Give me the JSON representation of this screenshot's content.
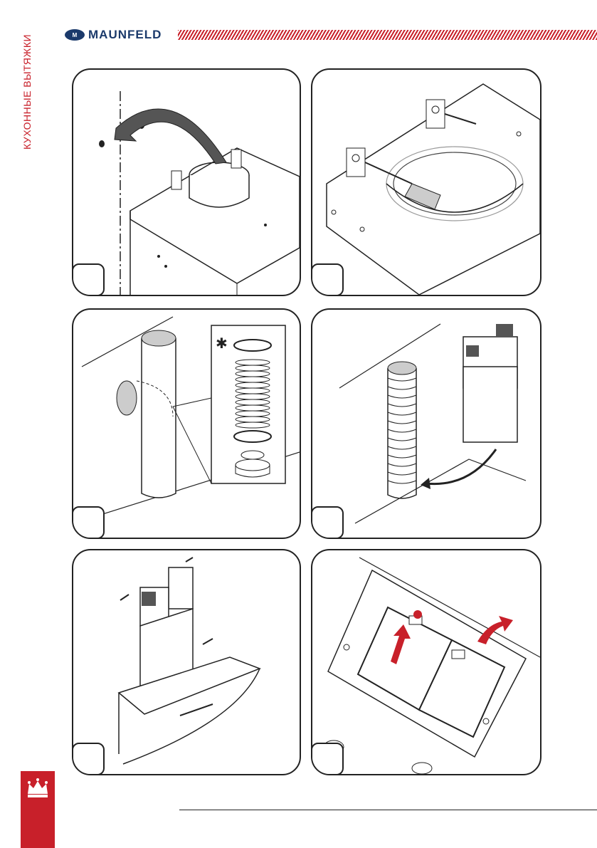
{
  "header": {
    "brand": "MAUNFELD",
    "side_title": "КУХОННЫЕ ВЫТЯЖКИ",
    "accent_color": "#c8202a",
    "brand_color": "#1b3a6b"
  },
  "panels": [
    {
      "id": 1,
      "icon": "duct-flange-rotate-illustration"
    },
    {
      "id": 2,
      "icon": "flange-screw-mount-illustration"
    },
    {
      "id": 3,
      "icon": "flexible-duct-illustration",
      "marker": "✱"
    },
    {
      "id": 4,
      "icon": "chimney-cover-install-illustration"
    },
    {
      "id": 5,
      "icon": "chimney-screw-fix-illustration"
    },
    {
      "id": 6,
      "icon": "grease-filter-install-illustration"
    }
  ],
  "footer": {
    "icon": "crown-icon"
  }
}
